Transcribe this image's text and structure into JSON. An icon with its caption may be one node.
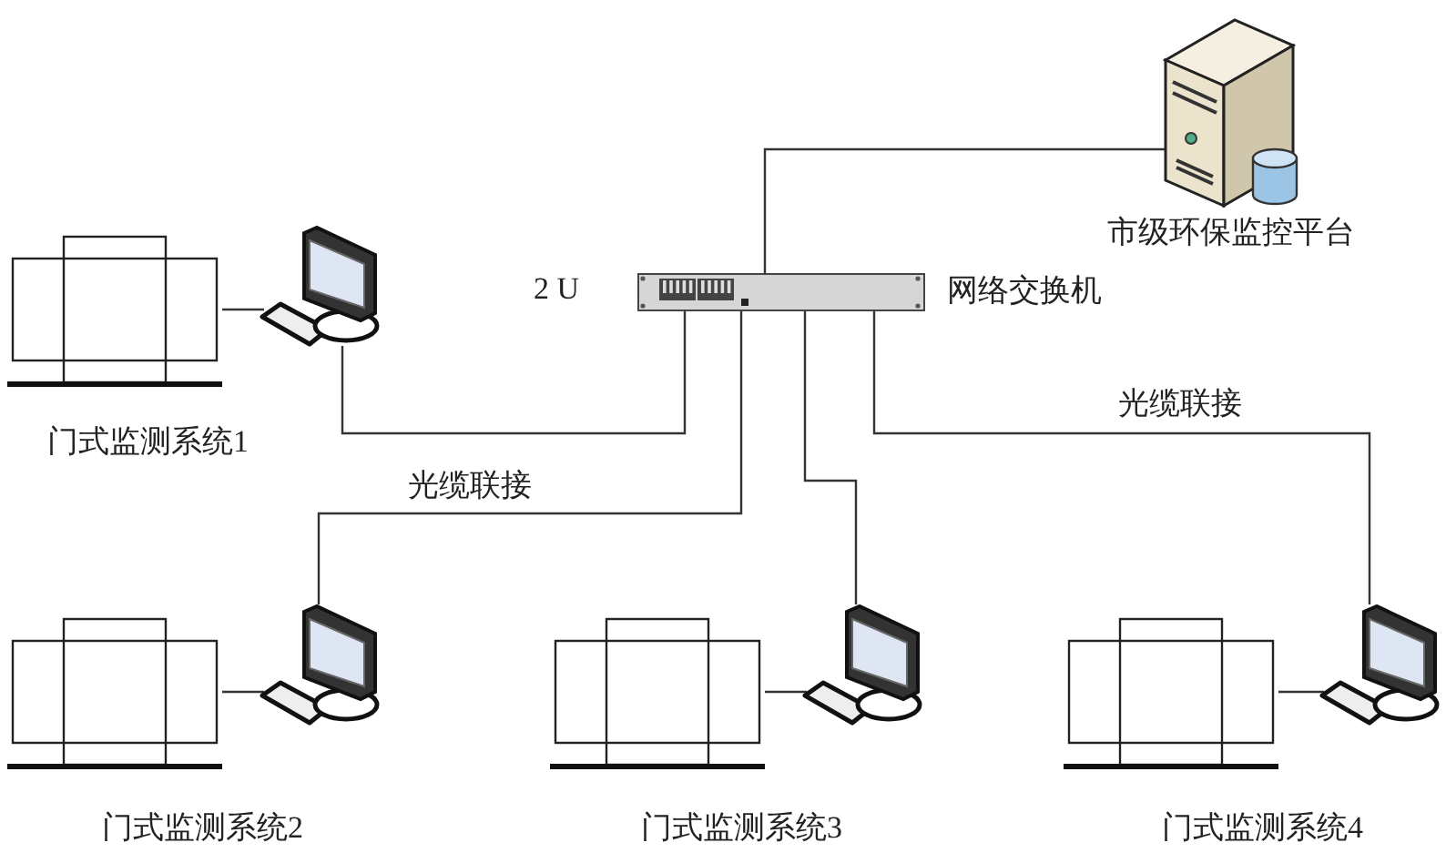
{
  "diagram": {
    "nodes": [
      {
        "text": [
          "市级环保监控平台"
        ]
      },
      {
        "text": [
          "网络交换机"
        ]
      },
      {
        "text": [
          "门式监测系统1"
        ]
      },
      {
        "text": [],
        "shape": "picture"
      },
      {
        "text": [
          "门式监测系统2"
        ]
      },
      {
        "text": [],
        "shape": "picture"
      },
      {
        "text": [
          "门式监测系统3"
        ]
      },
      {
        "text": [],
        "shape": "picture"
      },
      {
        "text": [
          "门式监测系统4"
        ]
      },
      {
        "text": [],
        "shape": "picture"
      }
    ],
    "edges": [
      {
        "from": 1,
        "to": 0,
        "arrow": "none"
      },
      {
        "from": 2,
        "to": 3,
        "arrow": "none"
      },
      {
        "from": 3,
        "to": 1,
        "arrow": "none"
      },
      {
        "from": 4,
        "to": 5,
        "arrow": "none"
      },
      {
        "from": 5,
        "to": 1,
        "arrow": "none",
        "label": "光缆联接"
      },
      {
        "from": 6,
        "to": 7,
        "arrow": "none"
      },
      {
        "from": 7,
        "to": 1,
        "arrow": "none"
      },
      {
        "from": 8,
        "to": 9,
        "arrow": "none"
      },
      {
        "from": 9,
        "to": 1,
        "arrow": "none",
        "label": "光缆联接"
      }
    ],
    "labels": [
      "2 U"
    ]
  }
}
